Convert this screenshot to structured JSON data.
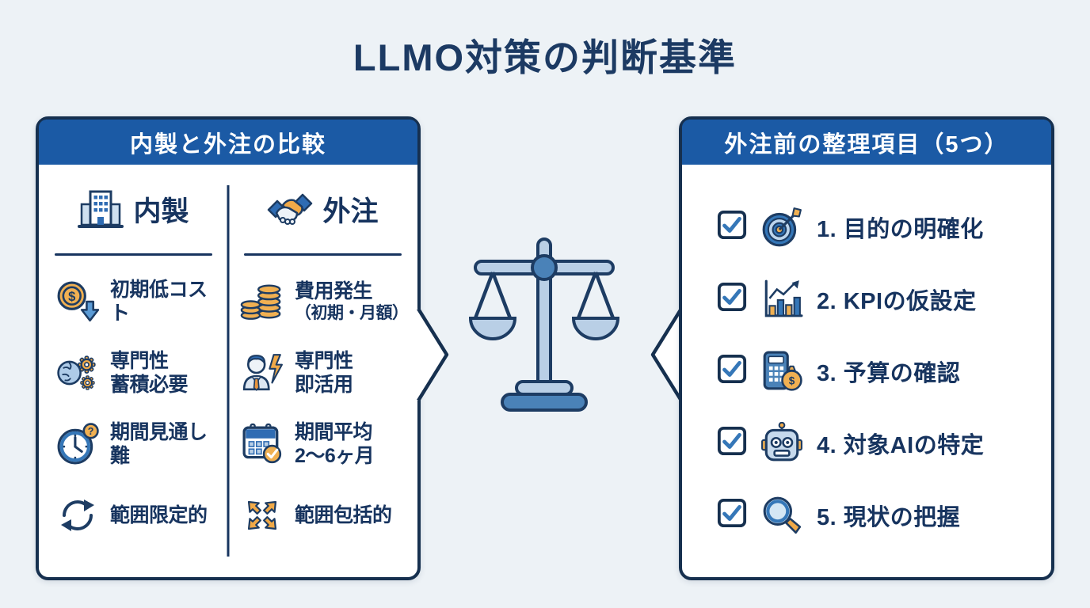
{
  "page": {
    "title": "LLMO対策の判断基準",
    "colors": {
      "background": "#edf2f6",
      "panel_border": "#16304f",
      "header_bar": "#1b5aa5",
      "text_navy": "#17345f",
      "accent_orange": "#f0a948",
      "accent_blue": "#3577b8"
    }
  },
  "left_panel": {
    "header": "内製と外注の比較",
    "columns": [
      {
        "label": "内製",
        "icon": "building-icon",
        "items": [
          {
            "icon": "coin-discount-icon",
            "line1": "初期低コスト",
            "line2": ""
          },
          {
            "icon": "brain-gears-icon",
            "line1": "専門性",
            "line2": "蓄積必要"
          },
          {
            "icon": "clock-question-icon",
            "line1": "期間見通し難",
            "line2": ""
          },
          {
            "icon": "refresh-icon",
            "line1": "範囲限定的",
            "line2": ""
          }
        ]
      },
      {
        "label": "外注",
        "icon": "handshake-icon",
        "items": [
          {
            "icon": "coin-stack-icon",
            "line1": "費用発生",
            "line2": "（初期・月額）"
          },
          {
            "icon": "consultant-bolt-icon",
            "line1": "専門性",
            "line2": "即活用"
          },
          {
            "icon": "calendar-check-icon",
            "line1": "期間平均",
            "line2": "2〜6ヶ月"
          },
          {
            "icon": "expand-arrows-icon",
            "line1": "範囲包括的",
            "line2": ""
          }
        ]
      }
    ]
  },
  "center": {
    "icon": "balance-scale-icon"
  },
  "right_panel": {
    "header": "外注前の整理項目（5つ）",
    "items": [
      {
        "icon": "target-icon",
        "label": "1. 目的の明確化",
        "checked": true
      },
      {
        "icon": "bar-chart-icon",
        "label": "2. KPIの仮設定",
        "checked": true
      },
      {
        "icon": "calculator-moneybag-icon",
        "label": "3. 予算の確認",
        "checked": true
      },
      {
        "icon": "robot-icon",
        "label": "4. 対象AIの特定",
        "checked": true
      },
      {
        "icon": "magnifier-icon",
        "label": "5. 現状の把握",
        "checked": true
      }
    ]
  }
}
